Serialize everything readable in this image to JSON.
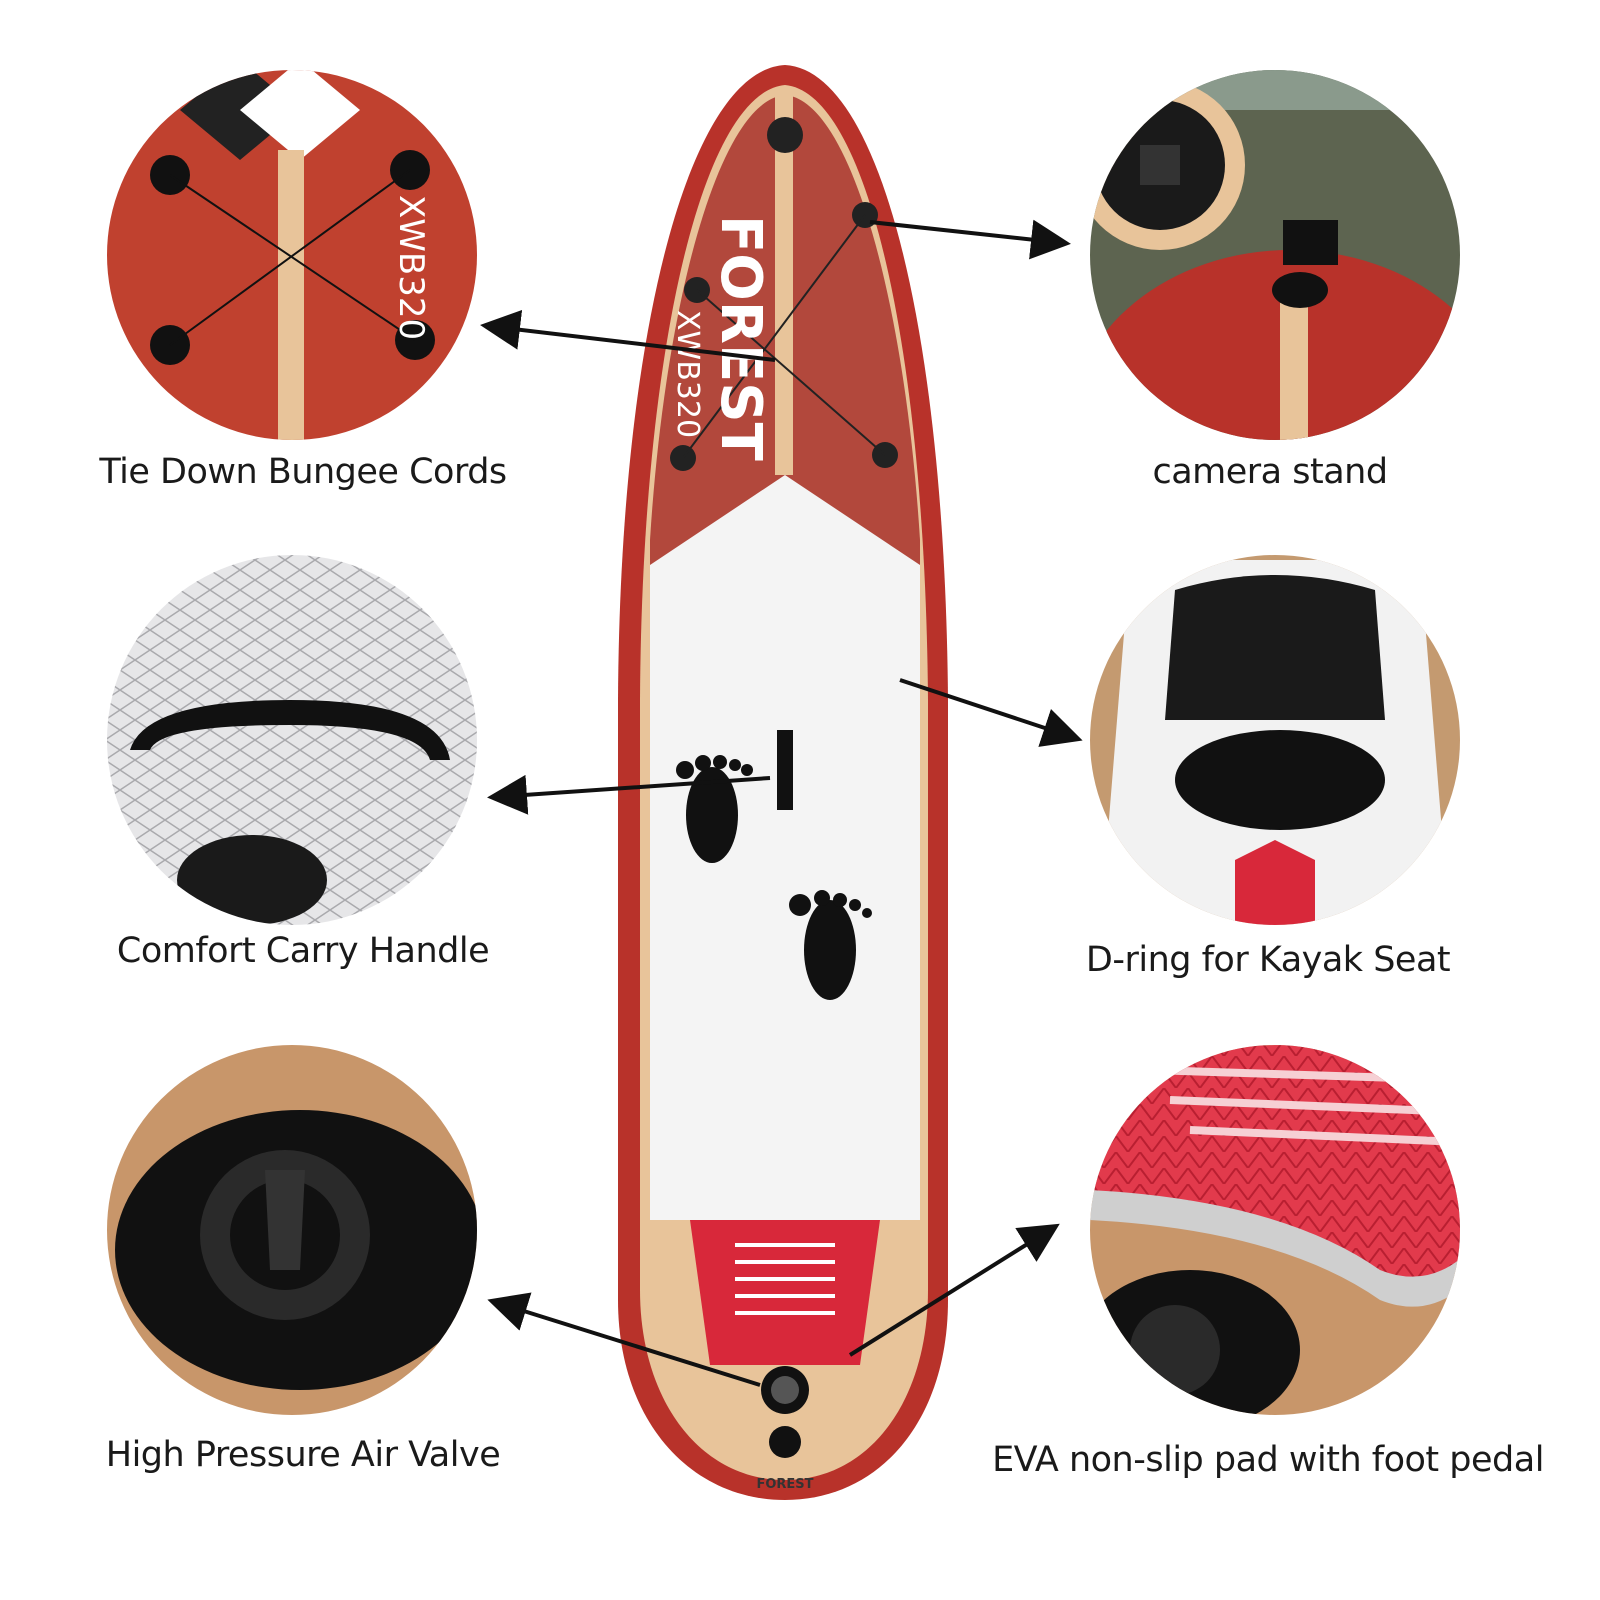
{
  "board": {
    "brand": "FOREST",
    "model": "XWB320",
    "tail_brand": "FOREST"
  },
  "features": [
    {
      "label": "Tie Down Bungee Cords"
    },
    {
      "label": "camera stand"
    },
    {
      "label": "Comfort Carry Handle"
    },
    {
      "label": "D-ring for Kayak Seat"
    },
    {
      "label": "High Pressure Air Valve"
    },
    {
      "label": "EVA non-slip pad with foot pedal"
    }
  ],
  "colors": {
    "board_red": "#b8322a",
    "wood": "#e8c49a",
    "deck": "#f4f4f4",
    "pad_red": "#d8283a",
    "arrow": "#111111"
  }
}
